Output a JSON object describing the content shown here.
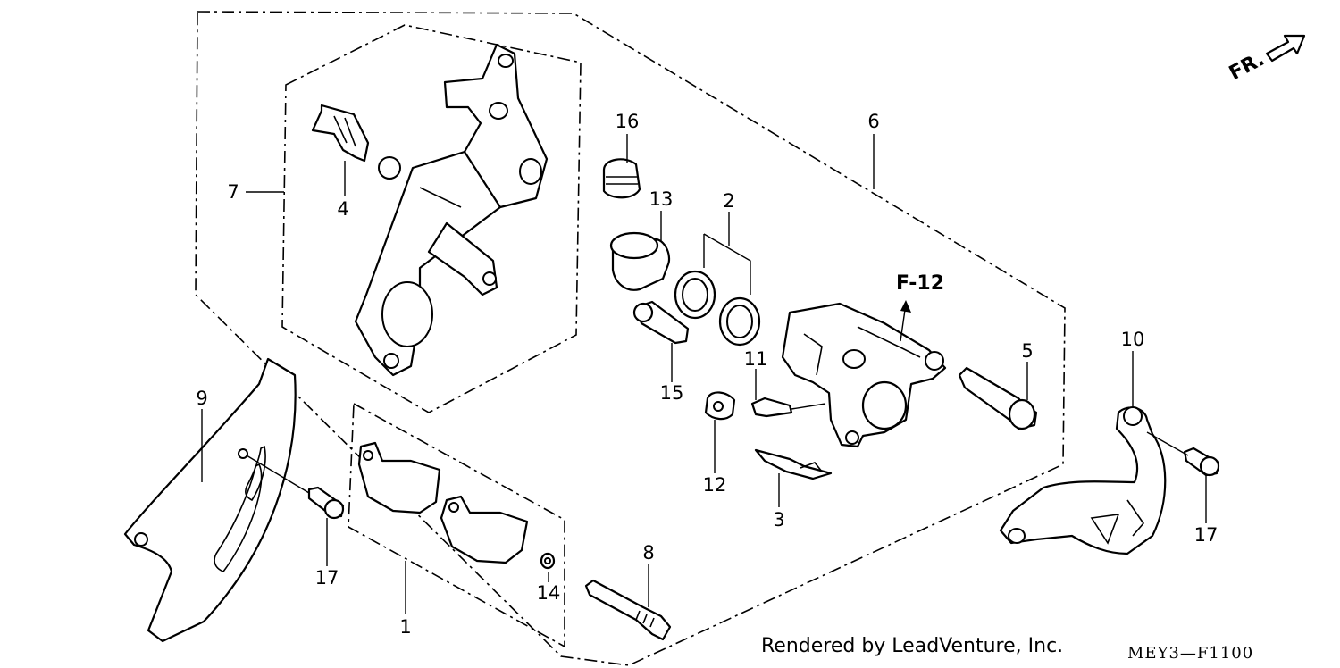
{
  "direction_label": "FR.",
  "callouts": {
    "c1": "1",
    "c2": "2",
    "c3": "3",
    "c4": "4",
    "c5": "5",
    "c6": "6",
    "c7": "7",
    "c8": "8",
    "c9": "9",
    "c10": "10",
    "c11": "11",
    "c12": "12",
    "c13": "13",
    "c14": "14",
    "c15": "15",
    "c16": "16",
    "c17a": "17",
    "c17b": "17"
  },
  "reference": "F-12",
  "footer": {
    "credit": "Rendered by LeadVenture, Inc.",
    "code": "MEY3—F1100"
  }
}
